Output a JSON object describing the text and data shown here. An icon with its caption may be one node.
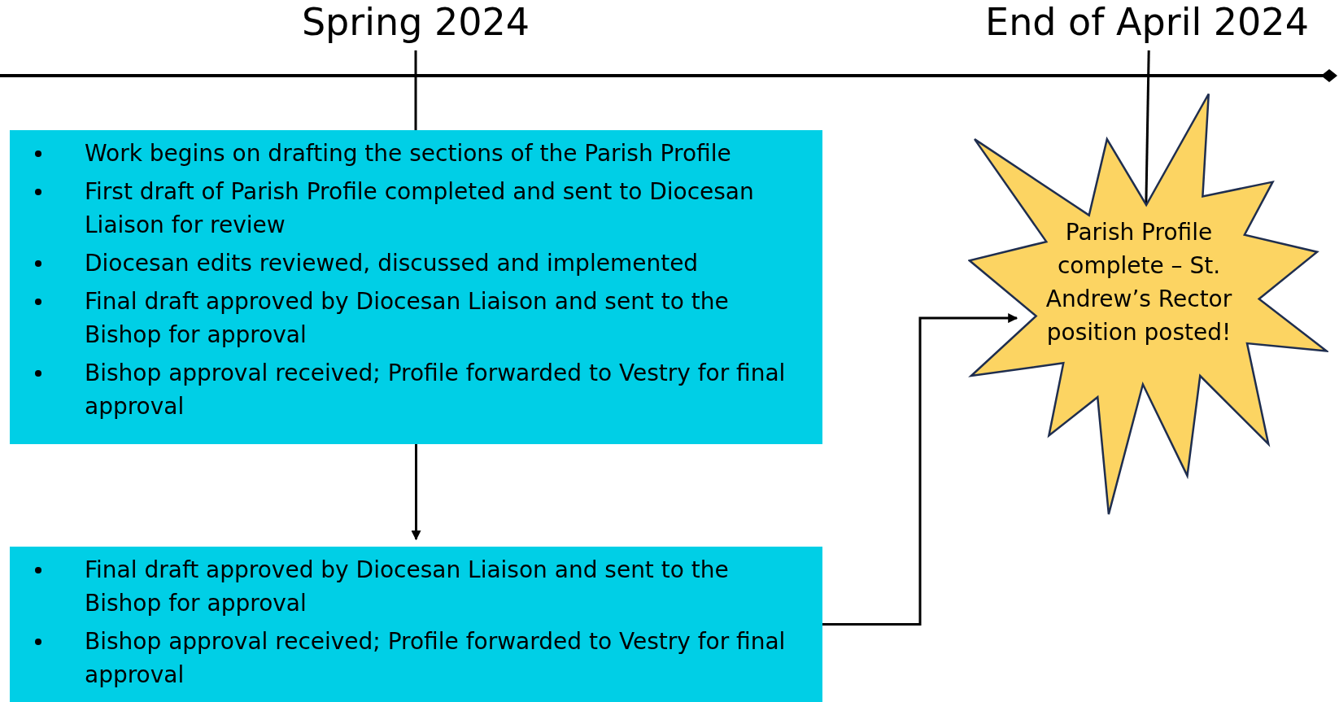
{
  "diagram": {
    "nodes": [
      {
        "text": [
          "Spring 2024"
        ]
      },
      {
        "text": [
          "Work begins on drafting the sections of the Parish Profile",
          "First draft of Parish Profile completed and sent to Diocesan Liaison for review",
          "Diocesan edits reviewed, discussed and implemented",
          "Final draft approved by Diocesan Liaison and sent to the Bishop for approval",
          "Bishop approval received; Profile forwarded to Vestry for final approval"
        ]
      },
      {
        "text": [
          "Final draft approved by Diocesan Liaison and sent to the Bishop for approval",
          "Bishop approval received; Profile forwarded to Vestry for final approval"
        ]
      },
      {
        "text": [
          "End of April 2024"
        ]
      },
      {
        "text": [
          "Parish Profile complete – St. Andrew’s Rector position posted!"
        ]
      }
    ],
    "edges": [
      {
        "from": 0,
        "to": 1,
        "arrow": "none"
      },
      {
        "from": 1,
        "to": 2,
        "arrow": "to"
      },
      {
        "from": 2,
        "to": 4,
        "arrow": "to"
      },
      {
        "from": 3,
        "to": 4,
        "arrow": "none"
      }
    ]
  }
}
